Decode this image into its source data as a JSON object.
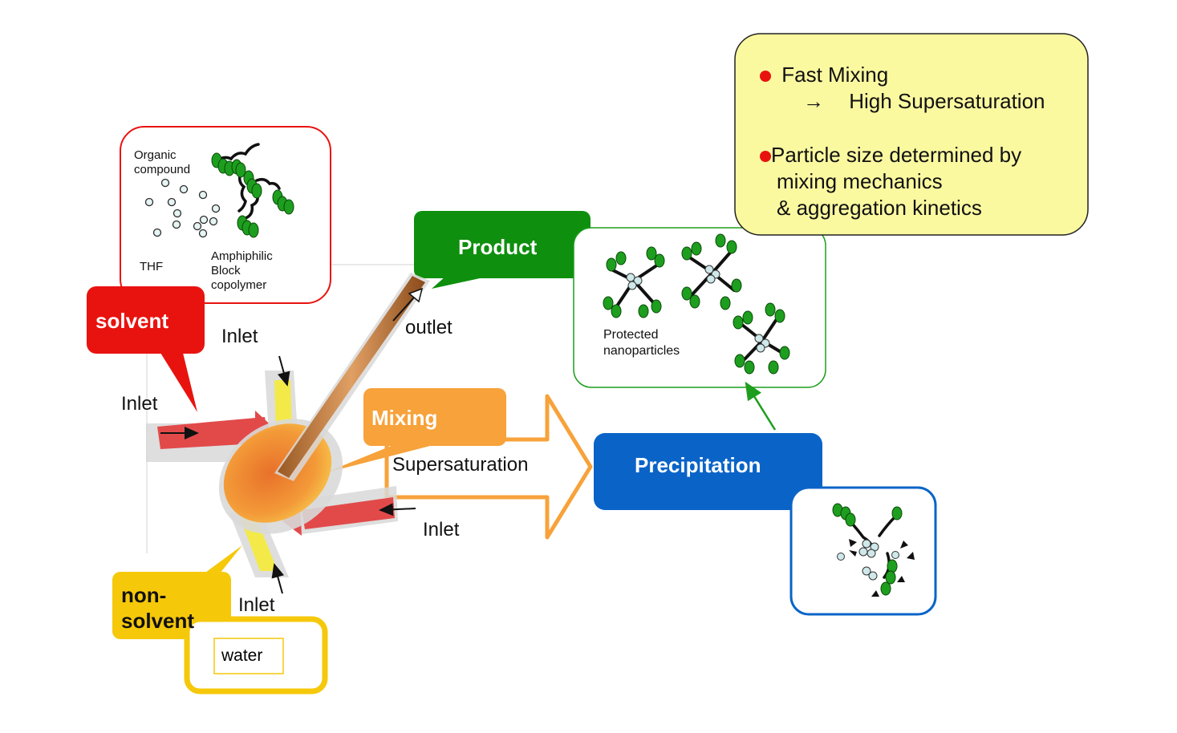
{
  "notes": {
    "fast_mixing": "Fast Mixing",
    "arrow": "→",
    "high_supersaturation": "High Supersaturation",
    "particle_size_line1": "Particle size determined by",
    "particle_size_line2": "mixing mechanics",
    "particle_size_line3": "& aggregation kinetics"
  },
  "solvent_box": {
    "organic_compound": "Organic compound",
    "thf": "THF",
    "amphiphilic_block_copolymer": "Amphiphilic Block copolymer"
  },
  "callouts": {
    "solvent": "solvent",
    "product": "Product",
    "mixing": "Mixing",
    "precipitation": "Precipitation",
    "non_solvent": "non-solvent"
  },
  "labels": {
    "inlet_top": "Inlet",
    "inlet_left": "Inlet",
    "inlet_right": "Inlet",
    "inlet_bottom": "Inlet",
    "outlet": "outlet",
    "supersaturation": "Supersaturation",
    "protected_nanoparticles": "Protected nanoparticles",
    "water": "water"
  },
  "colors": {
    "solvent_red": "#e8130f",
    "product_green": "#0e8f0e",
    "mixing_orange": "#f7a23a",
    "precipitation_blue": "#0a64c8",
    "non_solvent_yellow": "#f5c80a",
    "note_fill": "#fbf9a0",
    "polymer_green": "#1e9e1e"
  }
}
